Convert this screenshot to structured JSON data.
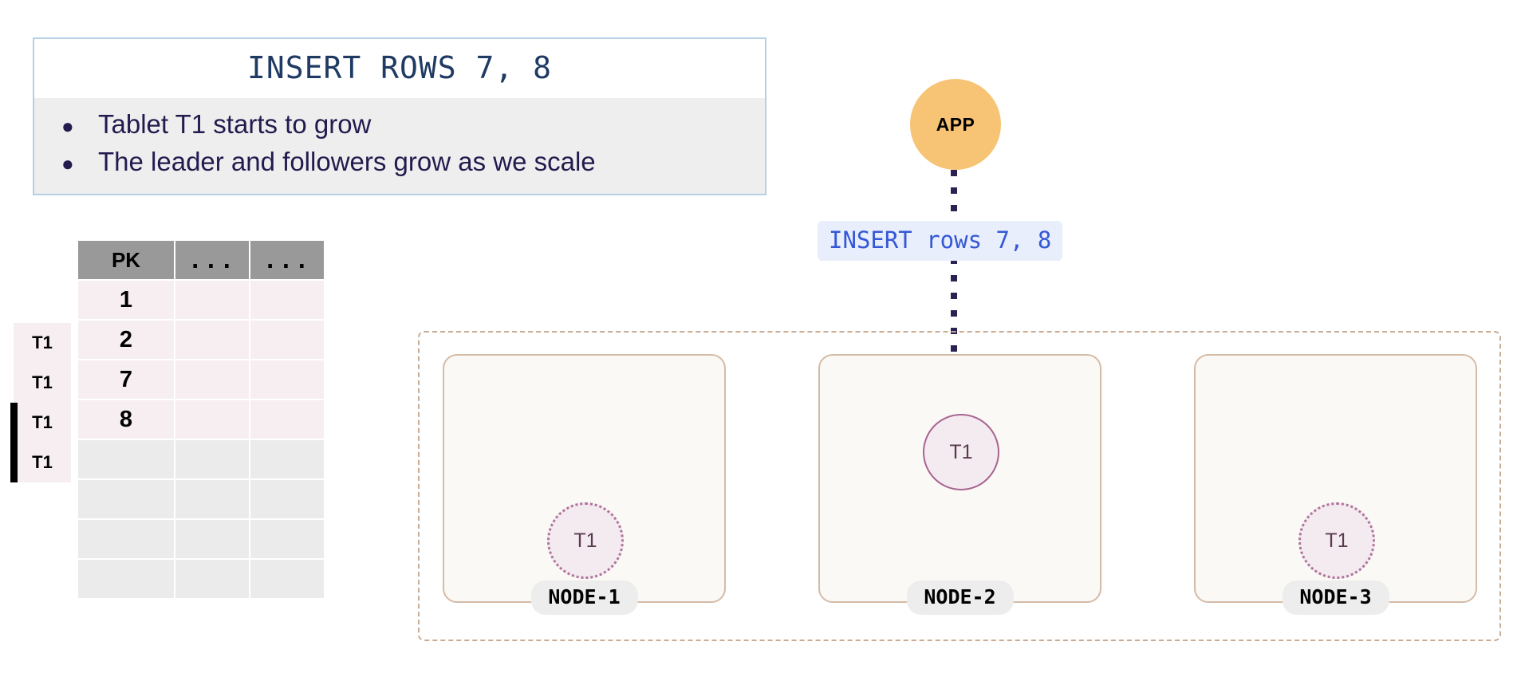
{
  "callout": {
    "title": "INSERT ROWS 7, 8",
    "bullets": [
      {
        "marker": "●",
        "text": "Tablet T1 starts to grow"
      },
      {
        "marker": "●",
        "text": "The leader and followers grow as we scale"
      }
    ]
  },
  "table": {
    "headers": [
      "PK",
      "...",
      "..."
    ],
    "rows": [
      {
        "tag": "T1",
        "pk": "1",
        "marked": false,
        "filled": true
      },
      {
        "tag": "T1",
        "pk": "2",
        "marked": false,
        "filled": true
      },
      {
        "tag": "T1",
        "pk": "7",
        "marked": true,
        "filled": true
      },
      {
        "tag": "T1",
        "pk": "8",
        "marked": true,
        "filled": true
      },
      {
        "tag": "",
        "pk": "",
        "marked": false,
        "filled": false
      },
      {
        "tag": "",
        "pk": "",
        "marked": false,
        "filled": false
      },
      {
        "tag": "",
        "pk": "",
        "marked": false,
        "filled": false
      },
      {
        "tag": "",
        "pk": "",
        "marked": false,
        "filled": false
      }
    ]
  },
  "diagram": {
    "app_label": "APP",
    "edge_label": "INSERT rows 7, 8",
    "nodes": [
      {
        "caption": "NODE-1",
        "tablet": "T1",
        "role": "follower"
      },
      {
        "caption": "NODE-2",
        "tablet": "T1",
        "role": "leader"
      },
      {
        "caption": "NODE-3",
        "tablet": "T1",
        "role": "follower"
      }
    ]
  },
  "colors": {
    "callout_border": "#b6cfe6",
    "callout_body_bg": "#eeeeee",
    "title_text": "#1f3a63",
    "bullet_text": "#221b4e",
    "app_fill": "#f6c474",
    "edge_label_bg": "#e8eefb",
    "edge_label_text": "#3558d6",
    "connector": "#2b2152",
    "cluster_border": "#c9ab93",
    "node_fill": "#fbf9f6",
    "node_border": "#d5bba6",
    "caption_bg": "#ededed",
    "tablet_fill": "#f4ebf1",
    "tablet_leader_border": "#a8658f",
    "tablet_follower_border": "#b0739a",
    "table_header_bg": "#999999",
    "table_row_filled": "#f6eef1",
    "table_row_empty": "#ebebeb"
  }
}
